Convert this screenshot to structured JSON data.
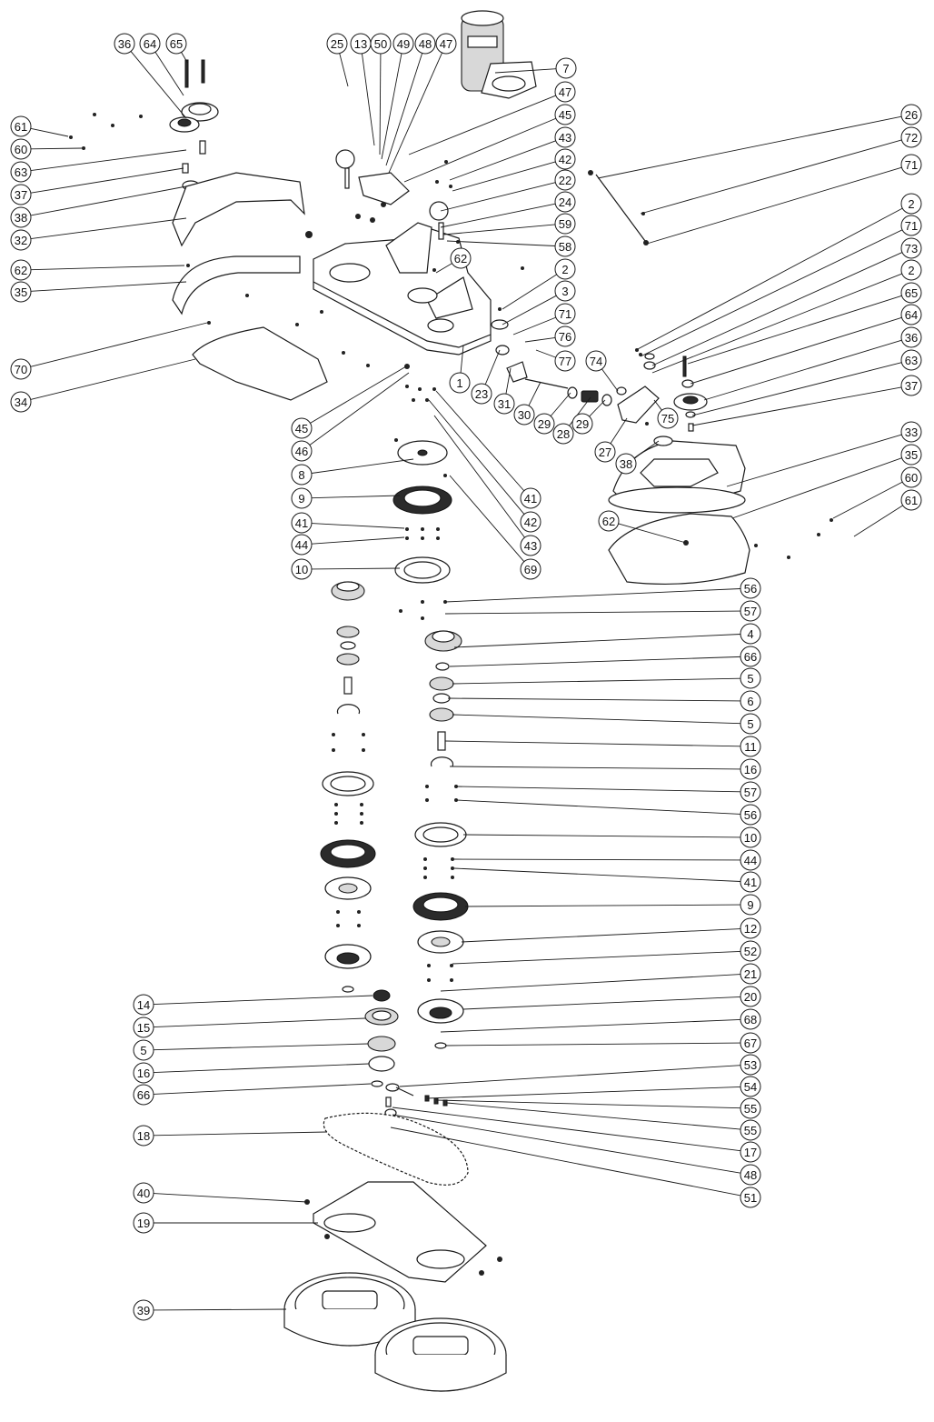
{
  "callouts": [
    {
      "n": "36"
    },
    {
      "n": "64"
    },
    {
      "n": "65"
    },
    {
      "n": "25"
    },
    {
      "n": "13"
    },
    {
      "n": "50"
    },
    {
      "n": "49"
    },
    {
      "n": "48"
    },
    {
      "n": "47"
    },
    {
      "n": "7"
    },
    {
      "n": "61"
    },
    {
      "n": "60"
    },
    {
      "n": "63"
    },
    {
      "n": "37"
    },
    {
      "n": "38"
    },
    {
      "n": "32"
    },
    {
      "n": "62"
    },
    {
      "n": "35"
    },
    {
      "n": "70"
    },
    {
      "n": "34"
    },
    {
      "n": "47"
    },
    {
      "n": "45"
    },
    {
      "n": "43"
    },
    {
      "n": "42"
    },
    {
      "n": "22"
    },
    {
      "n": "24"
    },
    {
      "n": "59"
    },
    {
      "n": "58"
    },
    {
      "n": "62"
    },
    {
      "n": "26"
    },
    {
      "n": "72"
    },
    {
      "n": "71"
    },
    {
      "n": "2"
    },
    {
      "n": "3"
    },
    {
      "n": "71"
    },
    {
      "n": "76"
    },
    {
      "n": "77"
    },
    {
      "n": "1"
    },
    {
      "n": "23"
    },
    {
      "n": "31"
    },
    {
      "n": "30"
    },
    {
      "n": "29"
    },
    {
      "n": "28"
    },
    {
      "n": "29"
    },
    {
      "n": "74"
    },
    {
      "n": "75"
    },
    {
      "n": "27"
    },
    {
      "n": "38"
    },
    {
      "n": "2"
    },
    {
      "n": "71"
    },
    {
      "n": "73"
    },
    {
      "n": "2"
    },
    {
      "n": "65"
    },
    {
      "n": "64"
    },
    {
      "n": "36"
    },
    {
      "n": "63"
    },
    {
      "n": "37"
    },
    {
      "n": "33"
    },
    {
      "n": "35"
    },
    {
      "n": "60"
    },
    {
      "n": "61"
    },
    {
      "n": "62"
    },
    {
      "n": "45"
    },
    {
      "n": "46"
    },
    {
      "n": "8"
    },
    {
      "n": "9"
    },
    {
      "n": "41"
    },
    {
      "n": "44"
    },
    {
      "n": "10"
    },
    {
      "n": "41"
    },
    {
      "n": "42"
    },
    {
      "n": "43"
    },
    {
      "n": "69"
    },
    {
      "n": "56"
    },
    {
      "n": "57"
    },
    {
      "n": "4"
    },
    {
      "n": "66"
    },
    {
      "n": "5"
    },
    {
      "n": "6"
    },
    {
      "n": "5"
    },
    {
      "n": "11"
    },
    {
      "n": "16"
    },
    {
      "n": "57"
    },
    {
      "n": "56"
    },
    {
      "n": "10"
    },
    {
      "n": "44"
    },
    {
      "n": "41"
    },
    {
      "n": "9"
    },
    {
      "n": "12"
    },
    {
      "n": "52"
    },
    {
      "n": "21"
    },
    {
      "n": "20"
    },
    {
      "n": "68"
    },
    {
      "n": "67"
    },
    {
      "n": "14"
    },
    {
      "n": "15"
    },
    {
      "n": "5"
    },
    {
      "n": "16"
    },
    {
      "n": "66"
    },
    {
      "n": "18"
    },
    {
      "n": "40"
    },
    {
      "n": "19"
    },
    {
      "n": "39"
    },
    {
      "n": "53"
    },
    {
      "n": "54"
    },
    {
      "n": "55"
    },
    {
      "n": "55"
    },
    {
      "n": "17"
    },
    {
      "n": "48"
    },
    {
      "n": "51"
    }
  ]
}
